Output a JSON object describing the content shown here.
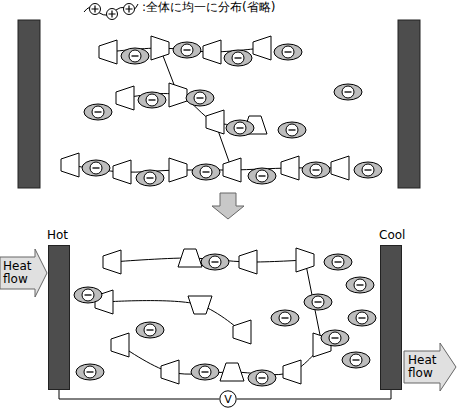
{
  "diagram": {
    "nodes": [
      {
        "text": [
          "Hot"
        ]
      },
      {
        "text": [
          "Cool"
        ]
      },
      {
        "text": [
          "V"
        ]
      }
    ],
    "edges": [
      {
        "from": 0,
        "to": 2,
        "arrow": "none"
      },
      {
        "from": 2,
        "to": 1,
        "arrow": "none"
      }
    ],
    "labels": [
      ":全体に均一に分布(省略)",
      "Heat flow",
      "Heat flow"
    ]
  }
}
